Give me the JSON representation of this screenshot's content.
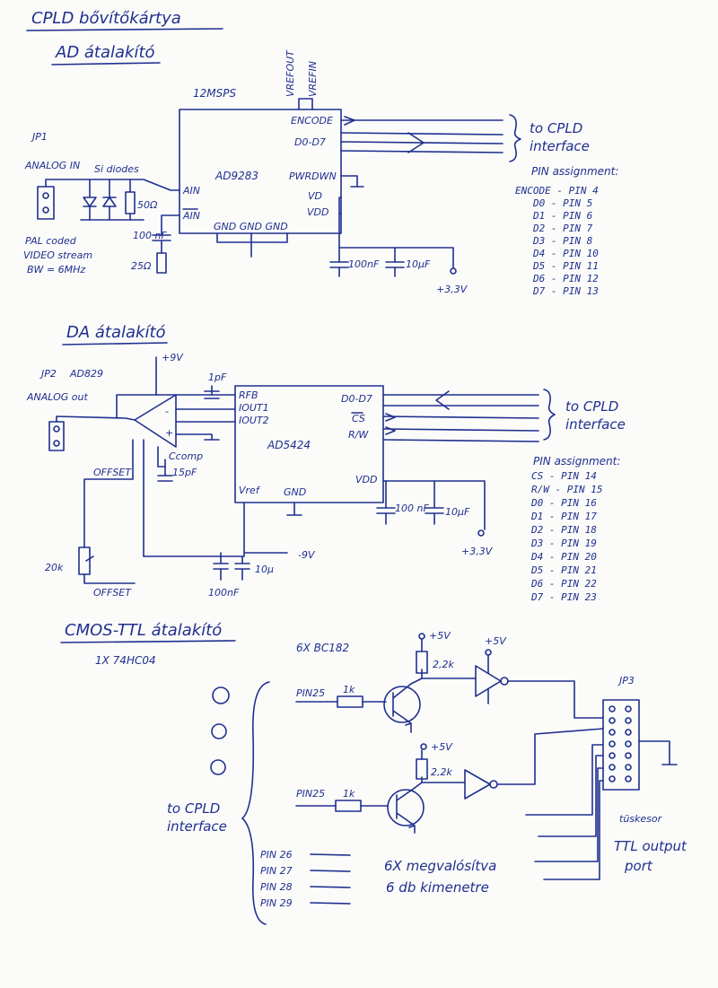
{
  "title": "CPLD bővítőkártya",
  "colors": {
    "ink": "#1f2f8f",
    "paper": "#fbfbf9"
  },
  "ad": {
    "heading": "AD átalakító",
    "rate": "12MSPS",
    "chip": "AD9283",
    "vrefout": "VREFOUT",
    "vrefin": "VREFIN",
    "encode": "ENCODE",
    "data": "D0-D7",
    "pwrdwn": "PWRDWN",
    "vd": "VD",
    "vdd": "VDD",
    "ain": "AIN",
    "ain_bar": "AIN",
    "gnd": "GND GND GND",
    "jp": "JP1",
    "analog_in": "ANALOG IN",
    "diodes": "Si diodes",
    "r50": "50Ω",
    "c100": "100 nF",
    "r25": "25Ω",
    "pal1": "PAL coded",
    "pal2": "VIDEO stream",
    "bw": "BW = 6MHz",
    "cap1": "100nF",
    "cap2": "10μF",
    "supply": "+3,3V",
    "to_cpld1": "to CPLD",
    "to_cpld2": "interface",
    "pin_title": "PIN assignment:",
    "pins": [
      "ENCODE - PIN 4",
      "D0 - PIN 5",
      "D1 - PIN 6",
      "D2 - PIN 7",
      "D3 - PIN 8",
      "D4 - PIN 10",
      "D5 - PIN 11",
      "D6 - PIN 12",
      "D7 - PIN 13"
    ]
  },
  "da": {
    "heading": "DA átalakító",
    "jp": "JP2",
    "opamp": "AD829",
    "plus9": "+9V",
    "minus9": "-9V",
    "analog_out": "ANALOG out",
    "c1pf": "1pF",
    "rfb": "RFB",
    "iout1": "IOUT1",
    "iout2": "IOUT2",
    "chip": "AD5424",
    "data": "D0-D7",
    "cs": "CS",
    "rw": "R/W",
    "vdd": "VDD",
    "vref": "Vref",
    "gnd": "GND",
    "offset1": "OFFSET",
    "offset2": "OFFSET",
    "ccomp": "Ccomp",
    "c15": "15pF",
    "pot": "20k",
    "cap_a": "100nF",
    "cap_b": "10μ",
    "cap_c": "100 nF",
    "cap_d": "10μF",
    "supply": "+3,3V",
    "to_cpld1": "to CPLD",
    "to_cpld2": "interface",
    "pin_title": "PIN assignment:",
    "pins": [
      "CS - PIN 14",
      "R/W - PIN 15",
      "D0 - PIN 16",
      "D1 - PIN 17",
      "D2 - PIN 18",
      "D3 - PIN 19",
      "D4 - PIN 20",
      "D5 - PIN 21",
      "D6 - PIN 22",
      "D7 - PIN 23"
    ]
  },
  "ttl": {
    "heading": "CMOS-TTL átalakító",
    "ic": "1X 74HC04",
    "transistors": "6X BC182",
    "plus5a": "+5V",
    "plus5b": "+5V",
    "plus5c": "+5V",
    "r22a": "2,2k",
    "r22b": "2,2k",
    "pin_a": "PIN25",
    "pin_b": "PIN25",
    "r1a": "1k",
    "r1b": "1k",
    "jp": "JP3",
    "to_cpld1": "to CPLD",
    "to_cpld2": "interface",
    "pins": [
      "PIN 26",
      "PIN 27",
      "PIN 28",
      "PIN 29"
    ],
    "note1": "6X megvalósítva",
    "note2": "6 db kimenetre",
    "header": "tüskesor",
    "ttl1": "TTL output",
    "ttl2": "port"
  }
}
